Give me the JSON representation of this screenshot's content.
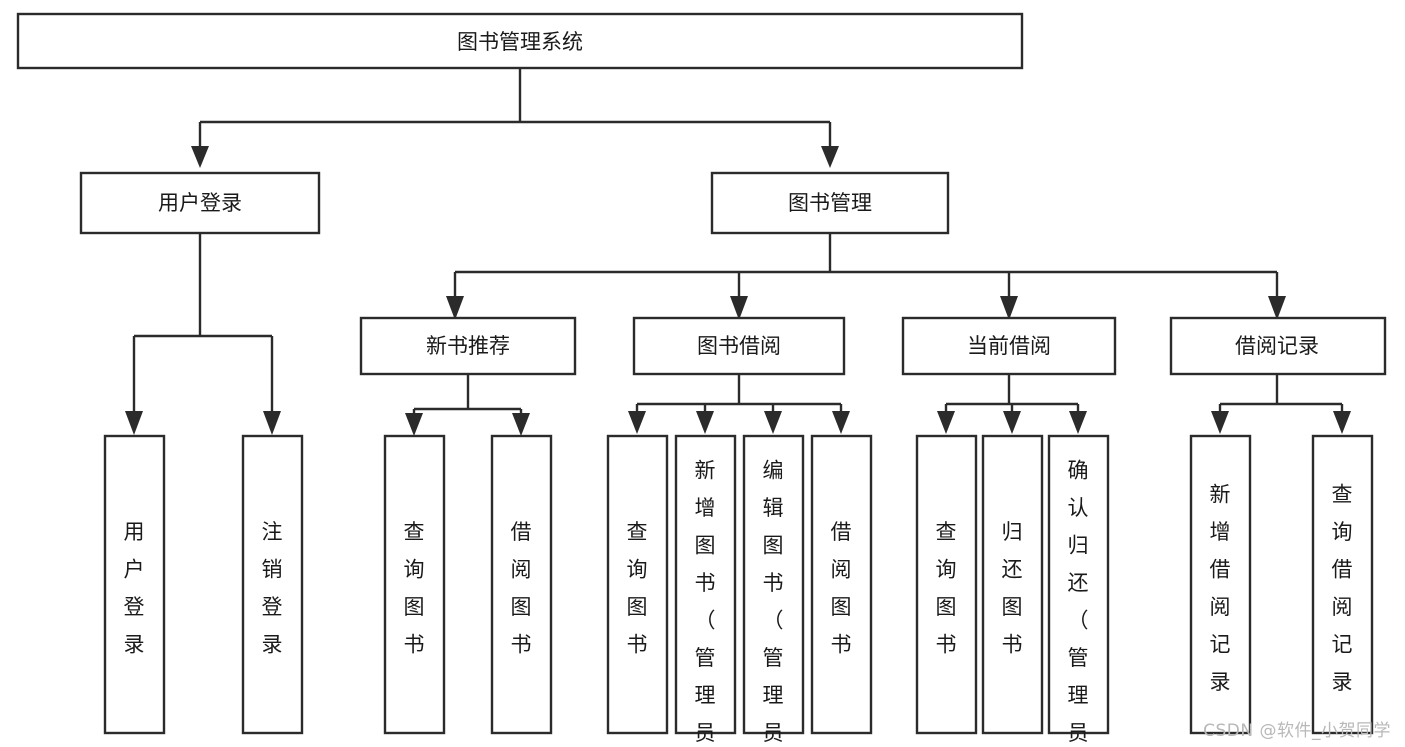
{
  "diagram": {
    "title": "图书管理系统",
    "type": "tree",
    "watermark": "CSDN @软件_小贺同学",
    "colors": {
      "box_fill": "#ffffff",
      "box_stroke": "#2b2b2b",
      "text": "#1a1a1a",
      "background": "#ffffff",
      "watermark": "#b8b8b8"
    },
    "root": {
      "label": "图书管理系统"
    },
    "level2": [
      {
        "label": "用户登录"
      },
      {
        "label": "图书管理"
      }
    ],
    "level3": [
      {
        "label": "新书推荐"
      },
      {
        "label": "图书借阅"
      },
      {
        "label": "当前借阅"
      },
      {
        "label": "借阅记录"
      }
    ],
    "leaves": {
      "user_login": [
        {
          "label": "用户登录"
        },
        {
          "label": "注销登录"
        }
      ],
      "new_book_recommend": [
        {
          "label": "查询图书"
        },
        {
          "label": "借阅图书"
        }
      ],
      "book_borrow": [
        {
          "label": "查询图书"
        },
        {
          "label": "新增图书（管理员）"
        },
        {
          "label": "编辑图书（管理员）"
        },
        {
          "label": "借阅图书"
        }
      ],
      "current_borrow": [
        {
          "label": "查询图书"
        },
        {
          "label": "归还图书"
        },
        {
          "label": "确认归还（管理员）"
        }
      ],
      "borrow_record": [
        {
          "label": "新增借阅记录"
        },
        {
          "label": "查询借阅记录"
        }
      ]
    }
  }
}
